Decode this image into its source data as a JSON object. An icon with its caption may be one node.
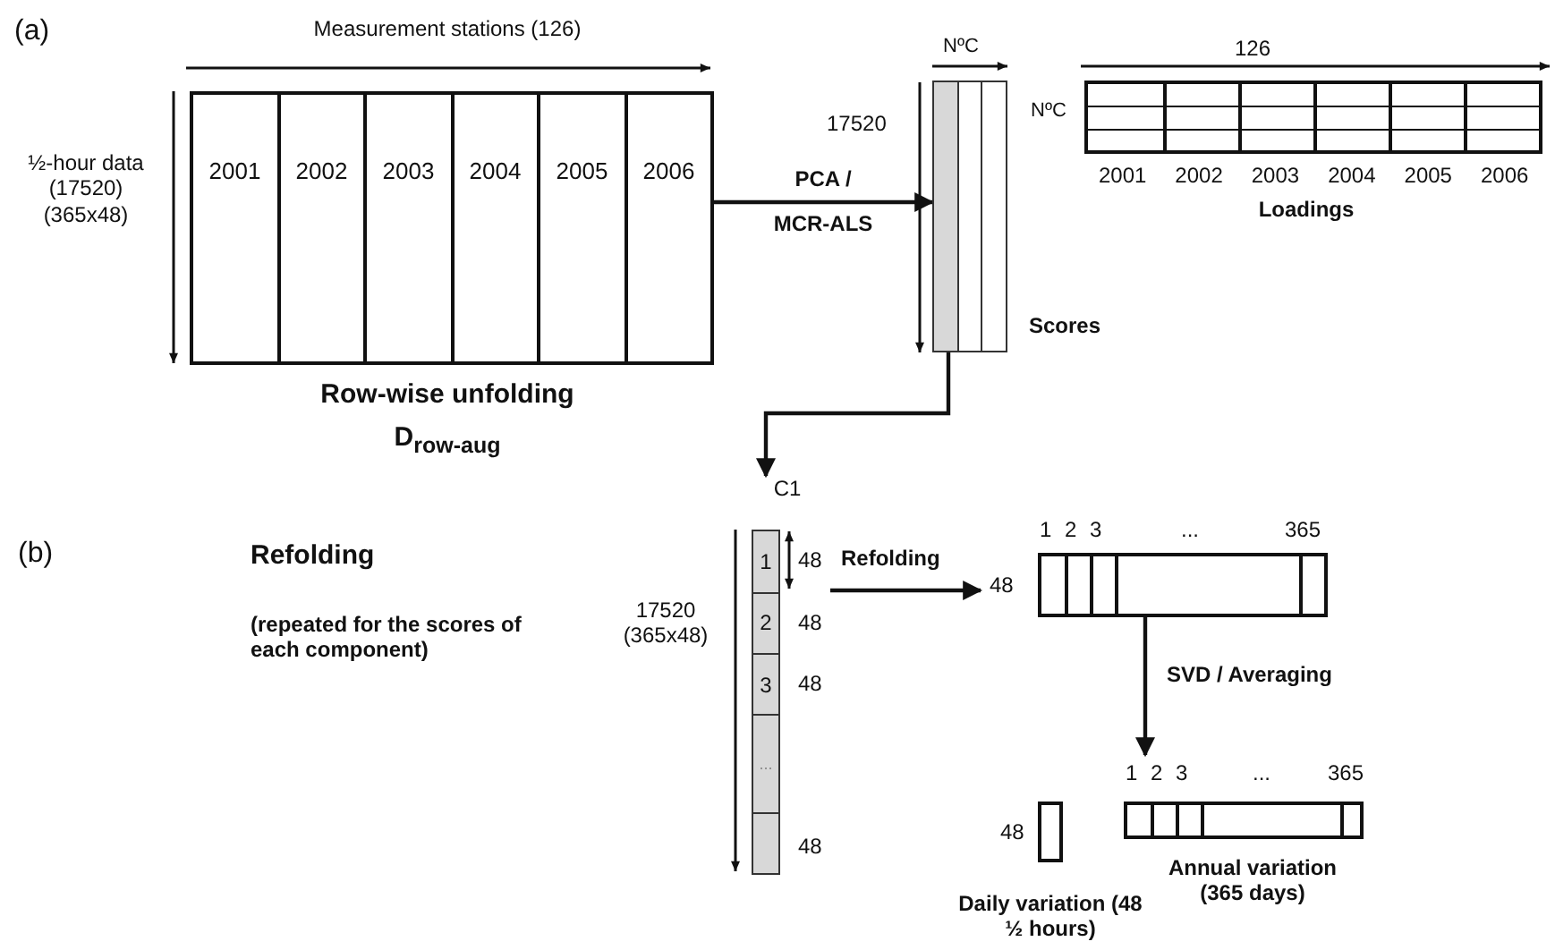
{
  "diagram": {
    "nodes": [
      {
        "text": [
          "2001",
          "2002",
          "2003",
          "2004",
          "2005",
          "2006"
        ],
        "beside": [
          "Row-wise unfolding",
          "D$_{row-aug}$"
        ]
      },
      {
        "text": [],
        "shape": "box",
        "beside": [
          "Scores"
        ]
      },
      {
        "text": [],
        "shape": "box",
        "beside": [
          "2001",
          "2002",
          "2003",
          "2004",
          "2005",
          "2006",
          "Loadings"
        ]
      },
      {
        "text": [
          "1",
          "2",
          "3",
          "..."
        ],
        "beside": [
          "C1",
          "48",
          "48",
          "48",
          "48"
        ]
      },
      {
        "text": [],
        "shape": "box"
      },
      {
        "text": [],
        "shape": "box",
        "beside": [
          "Daily variation (48 ½ hours)"
        ]
      },
      {
        "text": [],
        "shape": "box",
        "beside": [
          "Annual variation (365 days)"
        ]
      }
    ],
    "edges": [
      {
        "from": 0,
        "to": 1,
        "arrow": "to",
        "label": "PCA / MCR-ALS"
      },
      {
        "from": 1,
        "to": 3,
        "arrow": "to"
      },
      {
        "from": 3,
        "to": 4,
        "arrow": "to",
        "label": "Refolding"
      },
      {
        "from": 4,
        "to": 6,
        "arrow": "to",
        "label": "SVD / Averaging"
      }
    ],
    "labels": [
      "(a)",
      "Measurement stations (126)",
      "NºC",
      "126",
      "NºC",
      "17520",
      "½-hour data (17520) (365x48)",
      "(b)",
      "Refolding",
      "(repeated for the scores of each component)",
      "17520 (365x48)",
      "1",
      "2",
      "3",
      "...",
      "365",
      "48",
      "1",
      "2",
      "3",
      "...",
      "365",
      "48"
    ]
  }
}
